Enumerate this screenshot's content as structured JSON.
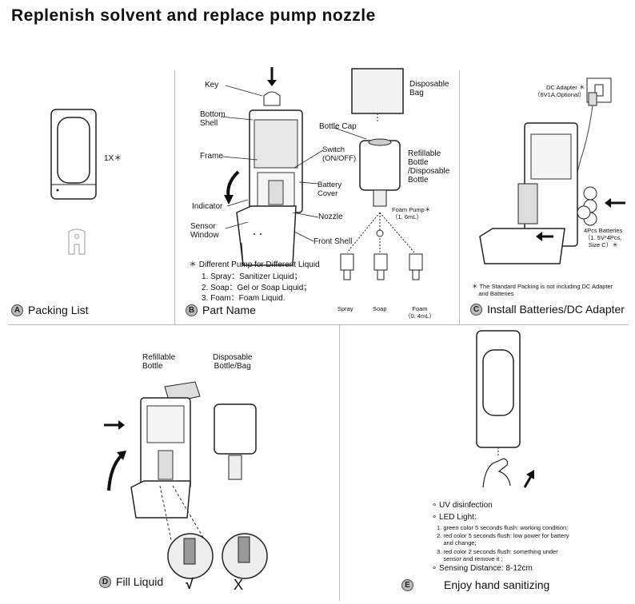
{
  "title": "Replenish solvent and replace pump nozzle",
  "sections": {
    "a": {
      "letter": "A",
      "label": "Packing List",
      "qty": "1X＊"
    },
    "b": {
      "letter": "B",
      "label": "Part Name",
      "parts": {
        "key": "Key",
        "bottom_shell": "Bottom\nShell",
        "frame": "Frame",
        "indicator": "Indicator",
        "sensor_window": "Sensor\nWindow",
        "switch": "Switch\n(ON/OFF)",
        "battery_cover": "Battery\nCover",
        "nozzle": "Nozzle",
        "front_shell": "Front Shell",
        "disposable_bag": "Disposable\nBag",
        "bottle_cap": "Bottle Cap",
        "refillable_bottle": "Refillable\nBottle\n/Disposable\nBottle",
        "foam_pump": "Foam Pump＊\n（1. 6mL）"
      },
      "pump_note_title": "＊ Different Pump for Different Liquid",
      "pump_notes": [
        "1. Spray：Sanitizer Liquid；",
        "2. Soap：Gel or Soap Liquid；",
        "3. Foam：Foam Liquid."
      ],
      "pump_types": [
        "Spray",
        "Soap",
        "Foam\n（0. 4mL）"
      ]
    },
    "c": {
      "letter": "C",
      "label": "Install Batteries/DC Adapter",
      "dc_adapter": "DC Adapter ＊\n（6V1A,Optional）",
      "batteries": "4Pcs Batteries\n（1. 5V*4Pcs,\nSize C）＊",
      "note": "＊ The Standard Packing is not including DC Adapter\n    and Batteries"
    },
    "d": {
      "letter": "D",
      "label": "Fill Liquid",
      "refillable_bottle": "Refillable\nBottle",
      "disposable": "Disposable\nBottle/Bag",
      "correct_mark": "√",
      "wrong_mark": "X"
    },
    "e": {
      "letter": "E",
      "label": "Enjoy hand sanitizing",
      "uv": "UV disinfection",
      "led_title": "LED Light:",
      "led_items": [
        "1. green color 5 seconds flush: working condition;",
        "2. red color 5 seconds flush: low power for battery\n    and change;",
        "3. red color 2 seconds flush: something under\n    sensor and remove it ;"
      ],
      "distance": "Sensing Distance: 8-12cm"
    }
  }
}
